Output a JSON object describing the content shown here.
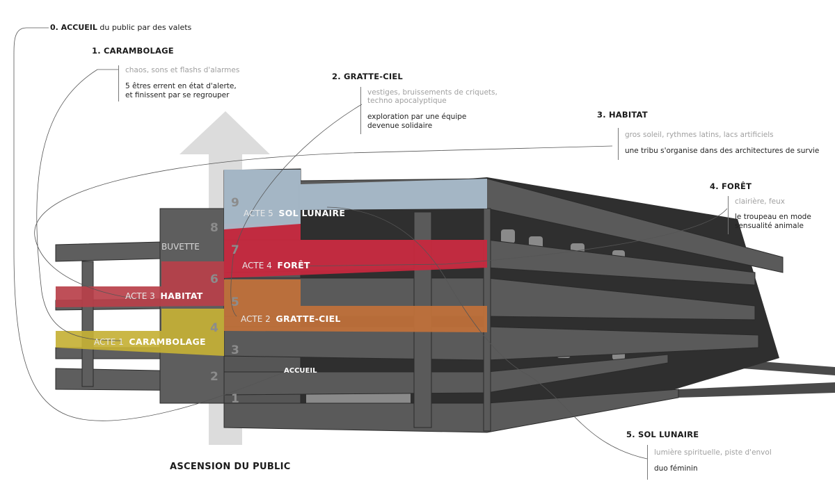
{
  "labels": {
    "accueil": {
      "title": "0. ACCUEIL",
      "desc": "du public par des valets"
    },
    "carambolage": {
      "title": "1. CARAMBOLAGE",
      "ambiance": "chaos, sons et flashs d'alarmes",
      "action_1": "5 êtres errent en état d'alerte,",
      "action_2": "et  finissent par se regrouper"
    },
    "gratte_ciel": {
      "title": "2. GRATTE-CIEL",
      "ambiance_1": "vestiges, bruissements de criquets,",
      "ambiance_2": "techno apocalyptique",
      "action_1": "exploration par une équipe",
      "action_2": "devenue solidaire"
    },
    "habitat": {
      "title": "3. HABITAT",
      "ambiance": "gros soleil, rythmes latins, lacs artificiels",
      "action": "une tribu s'organise dans des architectures de survie"
    },
    "foret": {
      "title": "4. FORÊT",
      "ambiance": "clairière, feux",
      "action_1": "le troupeau en mode",
      "action_2": "sensualité animale"
    },
    "sol_lunaire": {
      "title": "5. SOL LUNAIRE",
      "ambiance": "lumière spirituelle, piste d'envol",
      "action": "duo féminin"
    }
  },
  "building": {
    "actes": [
      {
        "prefix": "ACTE 1",
        "name": "CARAMBOLAGE",
        "color": "#c5b136"
      },
      {
        "prefix": "ACTE 2",
        "name": "GRATTE-CIEL",
        "color": "#c2713a"
      },
      {
        "prefix": "ACTE 3",
        "name": "HABITAT",
        "color": "#b8404a"
      },
      {
        "prefix": "ACTE 4",
        "name": "FORÊT",
        "color": "#c9283e"
      },
      {
        "prefix": "ACTE 5",
        "name": "SOL LUNAIRE",
        "color": "#a9bccb"
      }
    ],
    "buvette": "BUVETTE",
    "accueil": "ACCUEIL",
    "floors": [
      "1",
      "2",
      "3",
      "4",
      "5",
      "6",
      "7",
      "8",
      "9"
    ]
  },
  "arrow_label": "ASCENSION DU PUBLIC",
  "colors": {
    "slab": "#5b5b5b",
    "slab_dark": "#3e3e3e",
    "arrow": "#cfcfcf",
    "line": "#666666"
  }
}
